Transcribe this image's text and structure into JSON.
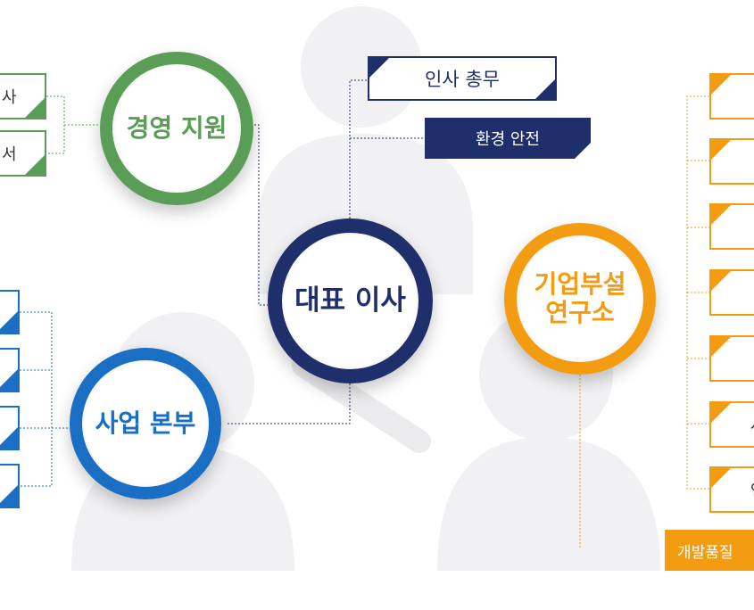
{
  "colors": {
    "green": "#5a9d56",
    "navy": "#1f2f6b",
    "blue": "#1a6fc4",
    "orange": "#f39c12",
    "silhouette": "#f0f0f2"
  },
  "center": {
    "label": "대표 이사"
  },
  "management": {
    "label": "경영 지원",
    "left_items": [
      "사",
      "서"
    ],
    "right_items": [
      "인사 총무",
      "환경 안전"
    ]
  },
  "business": {
    "label": "사업 본부",
    "items": [
      "",
      "",
      "",
      ""
    ]
  },
  "research": {
    "label_line1": "기업부설",
    "label_line2": "연구소",
    "items": [
      "",
      "",
      "",
      "",
      "",
      "사",
      "연"
    ],
    "bottom_label": "개발품질"
  }
}
